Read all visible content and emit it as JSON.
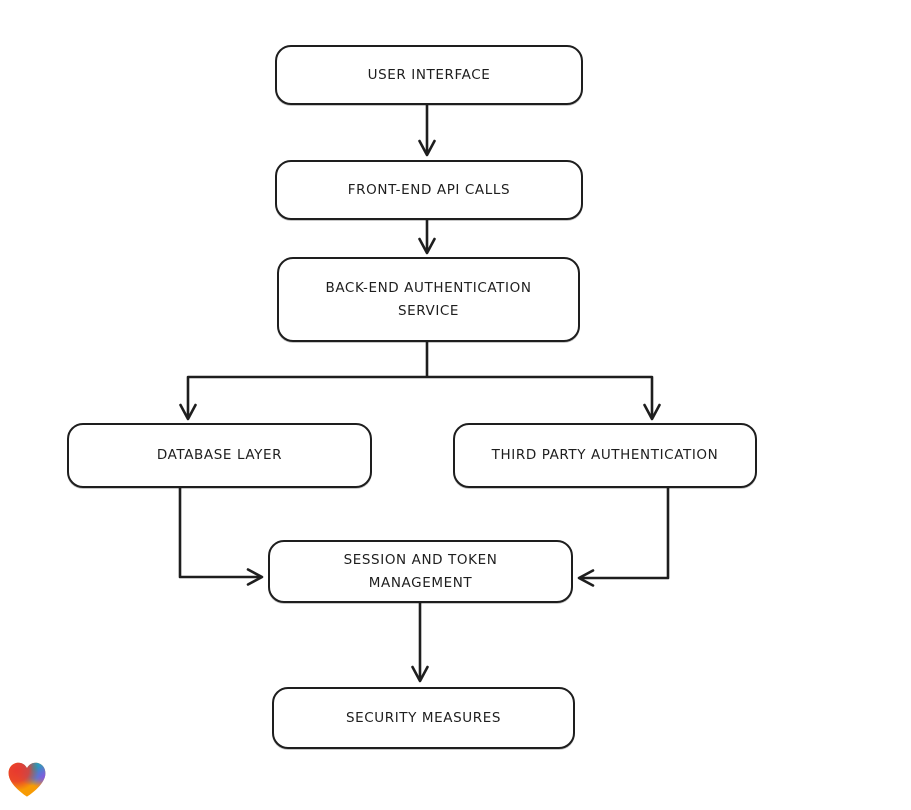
{
  "page": {
    "background_color": "#ffffff"
  },
  "diagram": {
    "type": "flowchart",
    "style": "hand-drawn",
    "stroke_color": "#1e1e1e",
    "node_fill_color": "#ffffff",
    "nodes": {
      "user_interface": {
        "label": "USER INTERFACE",
        "lines": [
          "USER INTERFACE"
        ]
      },
      "frontend_api": {
        "label": "FRONT-END API CALLS",
        "lines": [
          "FRONT-END API CALLS"
        ]
      },
      "backend_auth": {
        "label": "BACK-END AUTHENTICATION SERVICE",
        "lines": [
          "BACK-END AUTHENTICATION",
          "SERVICE"
        ]
      },
      "database": {
        "label": "DATABASE LAYER",
        "lines": [
          "DATABASE LAYER"
        ]
      },
      "third_party": {
        "label": "THIRD PARTY AUTHENTICATION",
        "lines": [
          "THIRD PARTY AUTHENTICATION"
        ]
      },
      "session_token": {
        "label": "SESSION AND TOKEN MANAGEMENT",
        "lines": [
          "SESSION AND TOKEN",
          "MANAGEMENT"
        ]
      },
      "security": {
        "label": "SECURITY MEASURES",
        "lines": [
          "SECURITY MEASURES"
        ]
      }
    },
    "edges": [
      {
        "from": "user_interface",
        "to": "frontend_api"
      },
      {
        "from": "frontend_api",
        "to": "backend_auth"
      },
      {
        "from": "backend_auth",
        "to": "database"
      },
      {
        "from": "backend_auth",
        "to": "third_party"
      },
      {
        "from": "database",
        "to": "session_token"
      },
      {
        "from": "third_party",
        "to": "session_token"
      },
      {
        "from": "session_token",
        "to": "security"
      }
    ]
  },
  "logo": {
    "name": "gradient-heart-badge",
    "colors": {
      "red": "#e8392f",
      "orange": "#f79b04",
      "teal": "#00a8c0",
      "blue": "#3779e3",
      "purple": "#7d52f0"
    }
  }
}
